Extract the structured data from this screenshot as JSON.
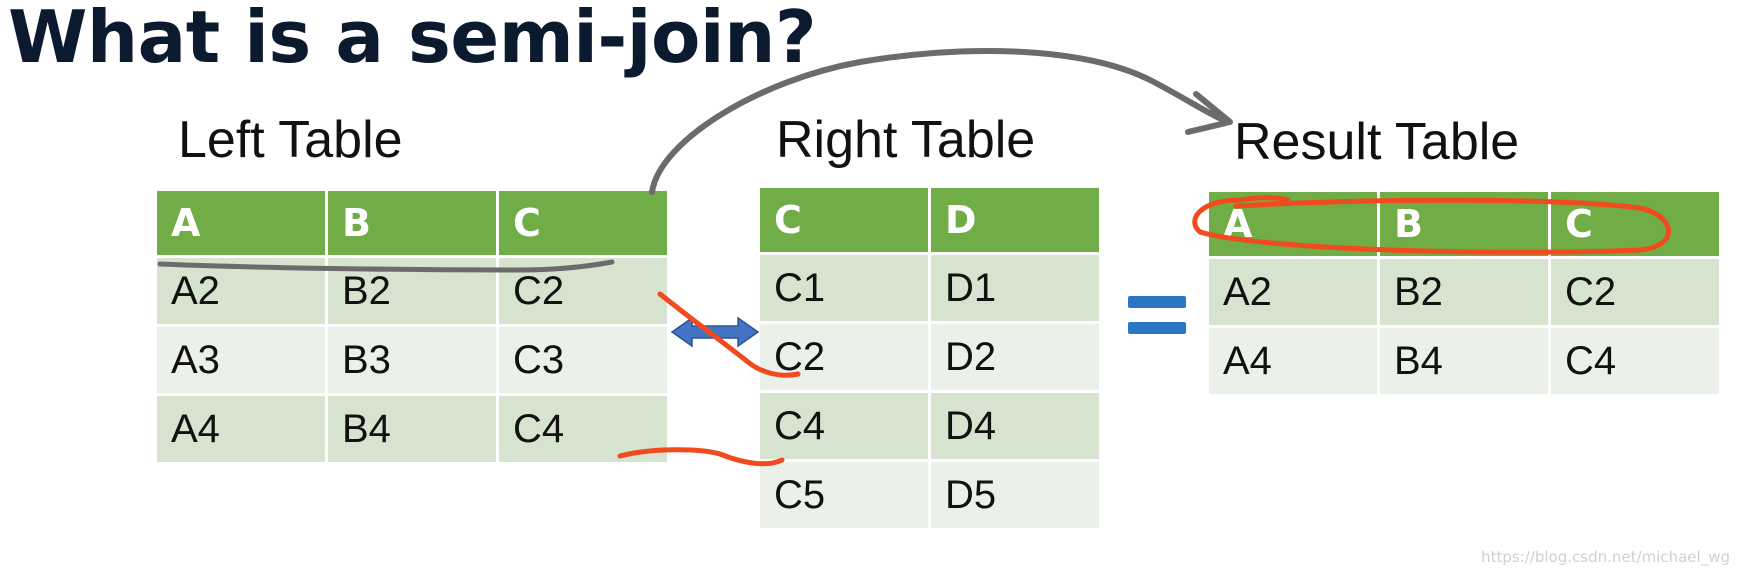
{
  "title": "What is a semi-join?",
  "left_table": {
    "title": "Left Table",
    "columns": [
      "A",
      "B",
      "C"
    ],
    "rows": [
      [
        "A2",
        "B2",
        "C2"
      ],
      [
        "A3",
        "B3",
        "C3"
      ],
      [
        "A4",
        "B4",
        "C4"
      ]
    ]
  },
  "right_table": {
    "title": "Right Table",
    "columns": [
      "C",
      "D"
    ],
    "rows": [
      [
        "C1",
        "D1"
      ],
      [
        "C2",
        "D2"
      ],
      [
        "C4",
        "D4"
      ],
      [
        "C5",
        "D5"
      ]
    ]
  },
  "result_table": {
    "title": "Result Table",
    "columns": [
      "A",
      "B",
      "C"
    ],
    "rows": [
      [
        "A2",
        "B2",
        "C2"
      ],
      [
        "A4",
        "B4",
        "C4"
      ]
    ]
  },
  "watermark": "https://blog.csdn.net/michael_wg",
  "colors": {
    "header_green": "#70ad47",
    "row_dark": "#d5e3cf",
    "row_light": "#ebf1e9",
    "equals_blue": "#2a78c4",
    "arrow_blue": "#4472c4",
    "annotation_red": "#f04a1e",
    "annotation_gray": "#6b6b6b"
  },
  "icons": {
    "join_arrow": "double-arrow-icon",
    "equals": "equals-icon"
  }
}
